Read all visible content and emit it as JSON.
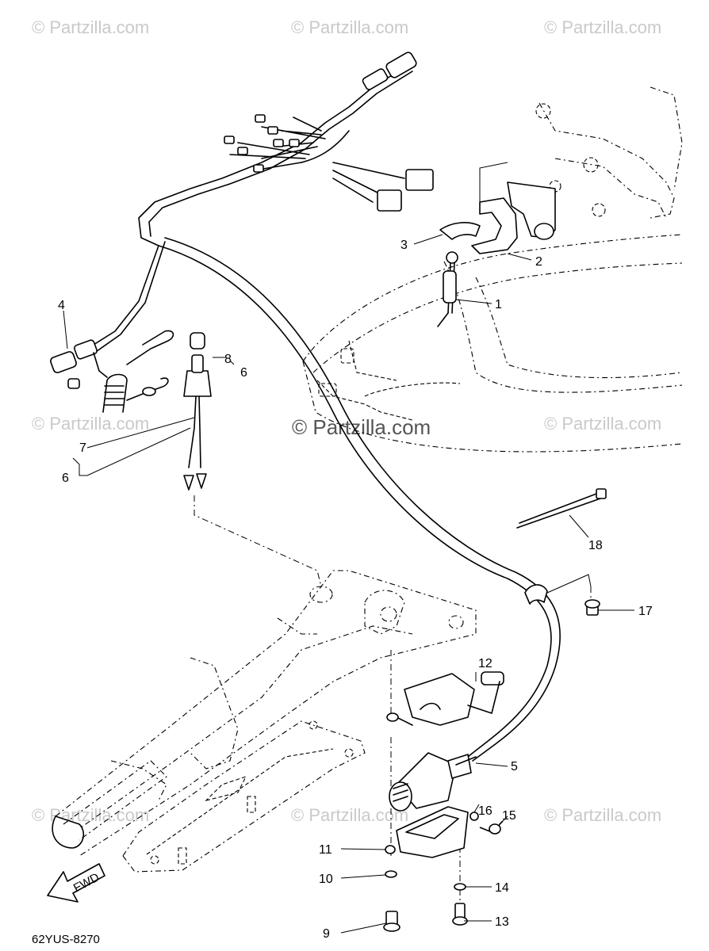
{
  "watermark": {
    "text": "© Partzilla.com",
    "center_text": "© Partzilla.com"
  },
  "diagram_code": "62YUS-8270",
  "fwd_label": "FWD",
  "callouts": {
    "c1": "1",
    "c2": "2",
    "c3": "3",
    "c4": "4",
    "c5": "5",
    "c6a": "6",
    "c6b": "6",
    "c7": "7",
    "c8": "8",
    "c9": "9",
    "c10": "10",
    "c11": "11",
    "c12": "12",
    "c13": "13",
    "c14": "14",
    "c15": "15",
    "c16": "16",
    "c17": "17",
    "c18": "18"
  }
}
